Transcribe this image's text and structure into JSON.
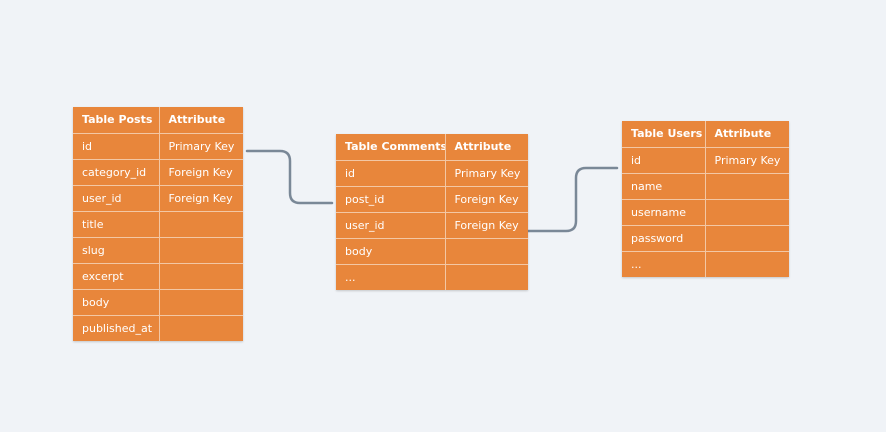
{
  "tables": {
    "posts": {
      "header": [
        "Table Posts",
        "Attribute"
      ],
      "rows": [
        [
          "id",
          "Primary Key"
        ],
        [
          "category_id",
          "Foreign Key"
        ],
        [
          "user_id",
          "Foreign Key"
        ],
        [
          "title",
          ""
        ],
        [
          "slug",
          ""
        ],
        [
          "excerpt",
          ""
        ],
        [
          "body",
          ""
        ],
        [
          "published_at",
          ""
        ]
      ]
    },
    "comments": {
      "header": [
        "Table Comments",
        "Attribute"
      ],
      "rows": [
        [
          "id",
          "Primary Key"
        ],
        [
          "post_id",
          "Foreign Key"
        ],
        [
          "user_id",
          "Foreign Key"
        ],
        [
          "body",
          ""
        ],
        [
          "...",
          ""
        ]
      ]
    },
    "users": {
      "header": [
        "Table Users",
        "Attribute"
      ],
      "rows": [
        [
          "id",
          "Primary Key"
        ],
        [
          "name",
          ""
        ],
        [
          "username",
          ""
        ],
        [
          "password",
          ""
        ],
        [
          "...",
          ""
        ]
      ]
    }
  },
  "colors": {
    "table_fill": "#e8863b",
    "cell_border": "#f3c7a4",
    "connector": "#7a8897",
    "background": "#f0f3f7"
  }
}
